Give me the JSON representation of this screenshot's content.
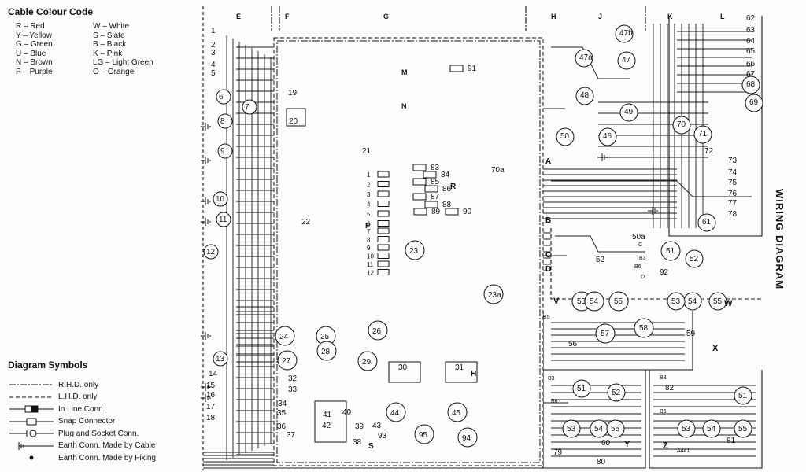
{
  "cable_colour_code": {
    "title": "Cable Colour Code",
    "left": [
      "R – Red",
      "Y – Yellow",
      "G – Green",
      "U – Blue",
      "N – Brown",
      "P – Purple"
    ],
    "right": [
      "W – White",
      "S – Slate",
      "B – Black",
      "K – Pink",
      "LG – Light Green",
      "O – Orange"
    ]
  },
  "diagram_symbols": {
    "title": "Diagram Symbols",
    "items": [
      "R.H.D. only",
      "L.H.D. only",
      "In Line Conn.",
      "Snap Connector",
      "Plug and Socket Conn.",
      "Earth Conn. Made by Cable",
      "Earth Conn. Made by Fixing"
    ]
  },
  "side_title": "WIRING DIAGRAM",
  "zone_letters": [
    "E",
    "F",
    "G",
    "H",
    "J",
    "K",
    "L"
  ],
  "section_letters": [
    "V",
    "W",
    "X",
    "Y",
    "Z"
  ],
  "terminal_letters": [
    "A",
    "B",
    "C",
    "D",
    "P",
    "R",
    "S",
    "H",
    "M",
    "N"
  ],
  "drawing_code": "A441",
  "component_numbers": {
    "left_col": [
      "1",
      "2",
      "3",
      "4",
      "5",
      "6",
      "7",
      "8",
      "9",
      "10",
      "11",
      "12",
      "13",
      "14",
      "15",
      "16",
      "17",
      "18"
    ],
    "center": [
      "19",
      "20",
      "21",
      "22",
      "23",
      "23a",
      "24",
      "25",
      "26",
      "27",
      "28",
      "29",
      "30",
      "31",
      "32",
      "33",
      "34",
      "35",
      "36",
      "37",
      "38",
      "39",
      "40",
      "41",
      "42",
      "43",
      "44",
      "45",
      "93",
      "94",
      "95"
    ],
    "fuse_rows": [
      "1",
      "2",
      "3",
      "4",
      "5",
      "6",
      "7",
      "8",
      "9",
      "10",
      "11",
      "12"
    ],
    "relays": [
      "83",
      "84",
      "85",
      "86",
      "87",
      "88",
      "89",
      "90",
      "91"
    ],
    "right_top": [
      "47a",
      "47b",
      "47",
      "48",
      "49",
      "50",
      "46",
      "70a",
      "70",
      "71",
      "72",
      "73",
      "74",
      "75",
      "76",
      "77",
      "78",
      "61",
      "62",
      "63",
      "64",
      "65",
      "66",
      "67",
      "68",
      "69"
    ],
    "right_lower": [
      "50a",
      "51",
      "52",
      "53",
      "54",
      "55",
      "56",
      "57",
      "58",
      "59",
      "60",
      "79",
      "80",
      "81",
      "82",
      "92"
    ],
    "inline_labels": [
      "B3",
      "B5",
      "B6",
      "C",
      "D"
    ]
  }
}
